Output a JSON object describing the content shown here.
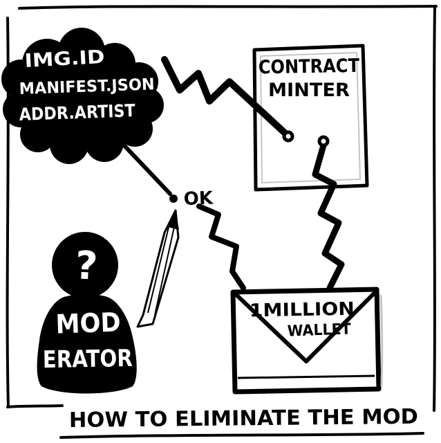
{
  "colors": {
    "ink": "#000000",
    "paper": "#ffffff",
    "echo": "#c4c4c4"
  },
  "cloud": {
    "lines": [
      "IMG.ID",
      "MANIFEST.JSON",
      "ADDR.ARTIST"
    ]
  },
  "minter": {
    "line1": "CONTRACT",
    "line2": "MINTER"
  },
  "ok_label": "OK",
  "moderator": {
    "mark": "?",
    "line1": "MOD",
    "line2": "ERATOR"
  },
  "wallet": {
    "line1": "1MILLION",
    "line2": "WALLET"
  },
  "caption": "HOW TO ELIMINATE THE MOD"
}
